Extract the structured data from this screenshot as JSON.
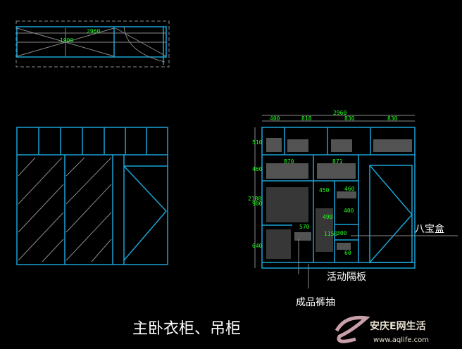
{
  "title": "主卧衣柜、吊柜",
  "callouts": {
    "box": "八宝盒",
    "shelf": "活动隔板",
    "drawer": "成品裤抽"
  },
  "plan_dims": {
    "total": "2960",
    "inner": "1900"
  },
  "elevation_dims": {
    "total_width": "2960",
    "top_widths": [
      "400",
      "818",
      "830",
      "830"
    ],
    "left_heights": [
      "510",
      "460",
      "2180",
      "900",
      "640"
    ],
    "inner": [
      "870",
      "871",
      "460",
      "450",
      "490",
      "400",
      "1150",
      "570",
      "300",
      "60"
    ]
  },
  "watermark": {
    "brand": "安庆E网生活",
    "url": "www.aqlife.com"
  }
}
